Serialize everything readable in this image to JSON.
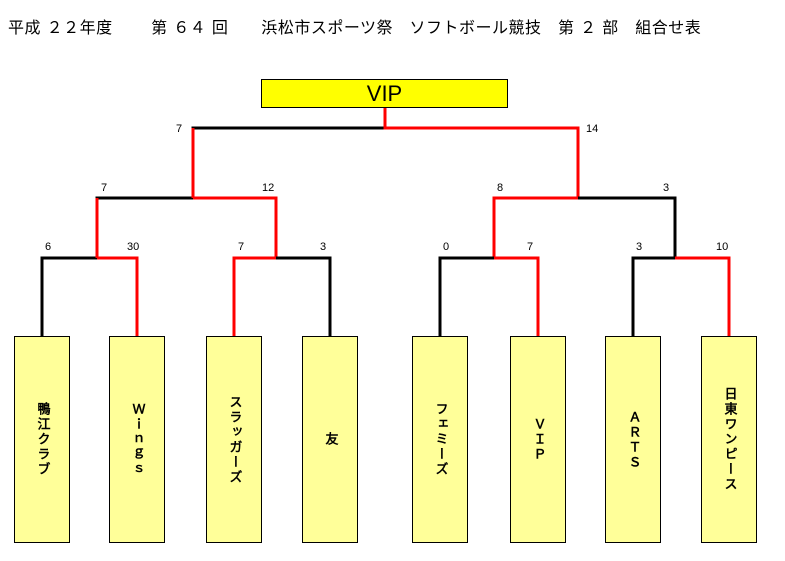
{
  "title": "平成 ２２年度　　 第 ６４ 回　　浜松市スポーツ祭　ソフトボール競技　第 ２ 部　組合せ表",
  "winner": "VIP",
  "teams": [
    "鴨江クラブ",
    "Ｗｉｎｇｓ",
    "スラッガーズ",
    "友",
    "フェミーズ",
    "ＶＩＰ",
    "ＡＲＴＳ",
    "日東ワンピース"
  ],
  "scores": {
    "round1": [
      "6",
      "30",
      "7",
      "3",
      "0",
      "7",
      "3",
      "10"
    ],
    "round2": [
      "7",
      "12",
      "8",
      "3"
    ],
    "final": [
      "7",
      "14"
    ]
  },
  "colors": {
    "winner_line": "#ff0000",
    "loser_line": "#000000",
    "team_fill": "#ffff99",
    "champion_fill": "#ffff00"
  }
}
